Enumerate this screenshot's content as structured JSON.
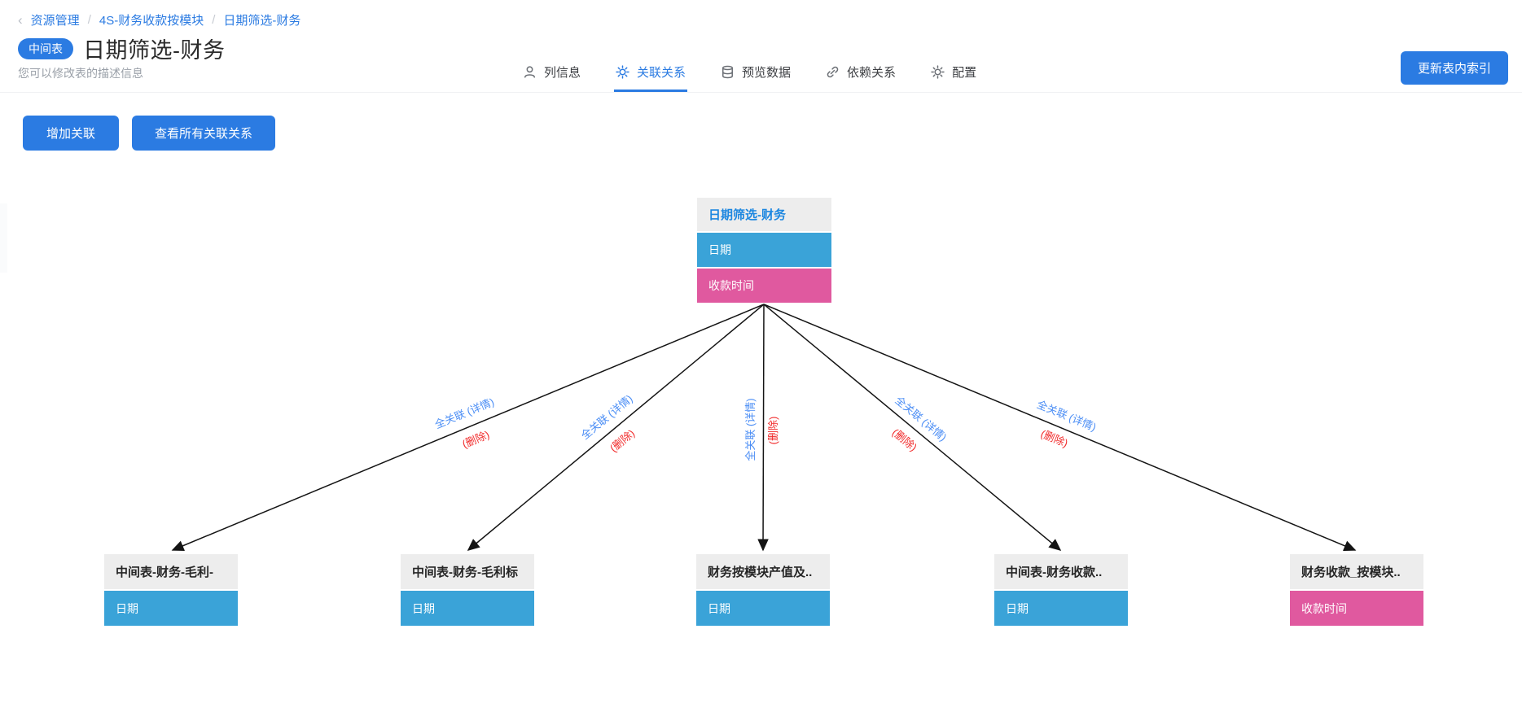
{
  "breadcrumb": {
    "back_glyph": "‹",
    "separator": "/",
    "items": [
      "资源管理",
      "4S-财务收款按模块",
      "日期筛选-财务"
    ]
  },
  "header": {
    "badge": "中间表",
    "title": "日期筛选-财务",
    "subtitle": "您可以修改表的描述信息",
    "update_button": "更新表内索引"
  },
  "tabs": [
    {
      "label": "列信息",
      "icon": "user-icon",
      "active": false
    },
    {
      "label": "关联关系",
      "icon": "gear-icon",
      "active": true
    },
    {
      "label": "预览数据",
      "icon": "database-icon",
      "active": false
    },
    {
      "label": "依赖关系",
      "icon": "link-icon",
      "active": false
    },
    {
      "label": "配置",
      "icon": "gear-icon",
      "active": false
    }
  ],
  "toolbar": {
    "add_relation": "增加关联",
    "view_all_relations": "查看所有关联关系"
  },
  "diagram": {
    "root": {
      "title": "日期筛选-财务",
      "fields": [
        {
          "name": "日期",
          "color": "#3aa3d8"
        },
        {
          "name": "收款时间",
          "color": "#e0599f"
        }
      ]
    },
    "children": [
      {
        "title": "中间表-财务-毛利-",
        "field": "日期",
        "field_color": "#3aa3d8"
      },
      {
        "title": "中间表-财务-毛利标",
        "field": "日期",
        "field_color": "#3aa3d8"
      },
      {
        "title": "财务按模块产值及..",
        "field": "日期",
        "field_color": "#3aa3d8"
      },
      {
        "title": "中间表-财务收款..",
        "field": "日期",
        "field_color": "#3aa3d8"
      },
      {
        "title": "财务收款_按模块..",
        "field": "收款时间",
        "field_color": "#e0599f"
      }
    ],
    "edges": [
      {
        "label": "全关联 (详情)",
        "action": "(删除)"
      },
      {
        "label": "全关联 (详情)",
        "action": "(删除)"
      },
      {
        "label": "全关联 (详情)",
        "action": "(删除)"
      },
      {
        "label": "全关联 (详情)",
        "action": "(删除)"
      },
      {
        "label": "全关联 (详情)",
        "action": "(删除)"
      }
    ]
  },
  "colors": {
    "primary_blue": "#2b7be2",
    "root_header_text": "#1d87e0",
    "field_blue": "#3aa3d8",
    "field_pink": "#e0599f",
    "edge_line": "#141414",
    "edge_label_blue": "#4a8df5",
    "edge_label_red": "#f12b2b",
    "node_header_bg": "#ededed"
  }
}
